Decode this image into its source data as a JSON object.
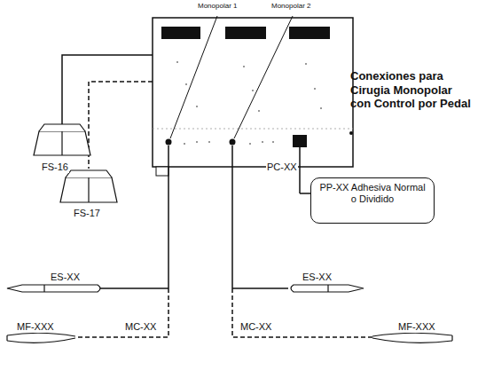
{
  "diagram": {
    "nodes": [
      {
        "text": [
          "PP-XX Adhesiva Normal o Dividido"
        ]
      }
    ],
    "edges": [],
    "labels": [
      "Monopolar 1",
      "Monopolar 2",
      "Conexiones para Cirugia Monopolar con Control por Pedal",
      "FS-16",
      "FS-17",
      "PC-XX",
      "ES-XX",
      "ES-XX",
      "MF-XXX",
      "MC-XX",
      "MC-XX",
      "MF-XXX"
    ]
  }
}
